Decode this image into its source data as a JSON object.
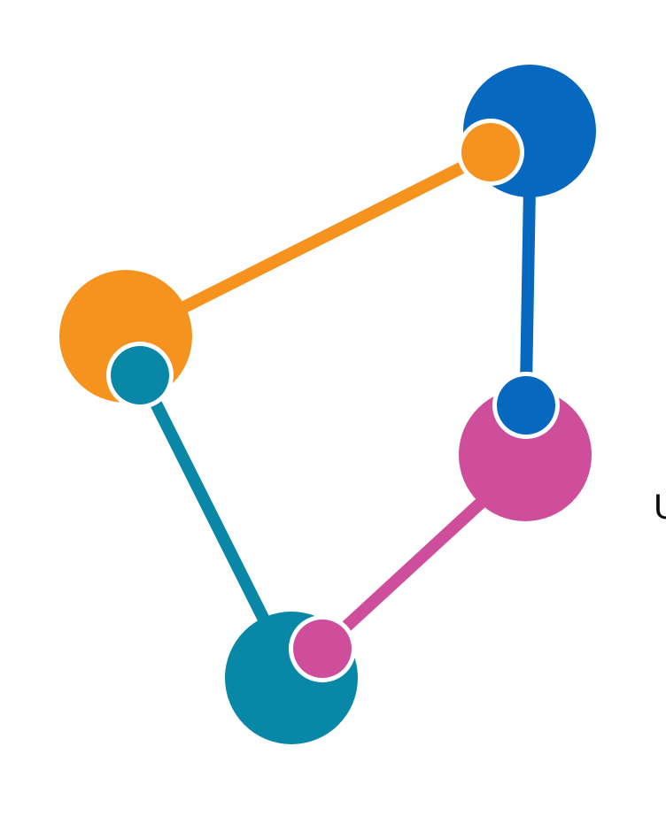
{
  "diagram": {
    "type": "node-link-cycle",
    "colors": {
      "orange": "#F6921E",
      "blue": "#0668BF",
      "magenta": "#CE4E9B",
      "teal": "#0987A7",
      "halo": "#FFFFFF"
    },
    "nodes": [
      {
        "id": "orange-node",
        "color": "orange"
      },
      {
        "id": "blue-node",
        "color": "blue"
      },
      {
        "id": "magenta-node",
        "color": "magenta"
      },
      {
        "id": "teal-node",
        "color": "teal"
      }
    ],
    "links": [
      {
        "id": "orange-link",
        "from": "orange-node",
        "to": "blue-node",
        "color": "orange"
      },
      {
        "id": "blue-link",
        "from": "blue-node",
        "to": "magenta-node",
        "color": "blue"
      },
      {
        "id": "magenta-link",
        "from": "magenta-node",
        "to": "teal-node",
        "color": "magenta"
      },
      {
        "id": "teal-link",
        "from": "teal-node",
        "to": "orange-node",
        "color": "teal"
      }
    ]
  },
  "edge_text": "U"
}
